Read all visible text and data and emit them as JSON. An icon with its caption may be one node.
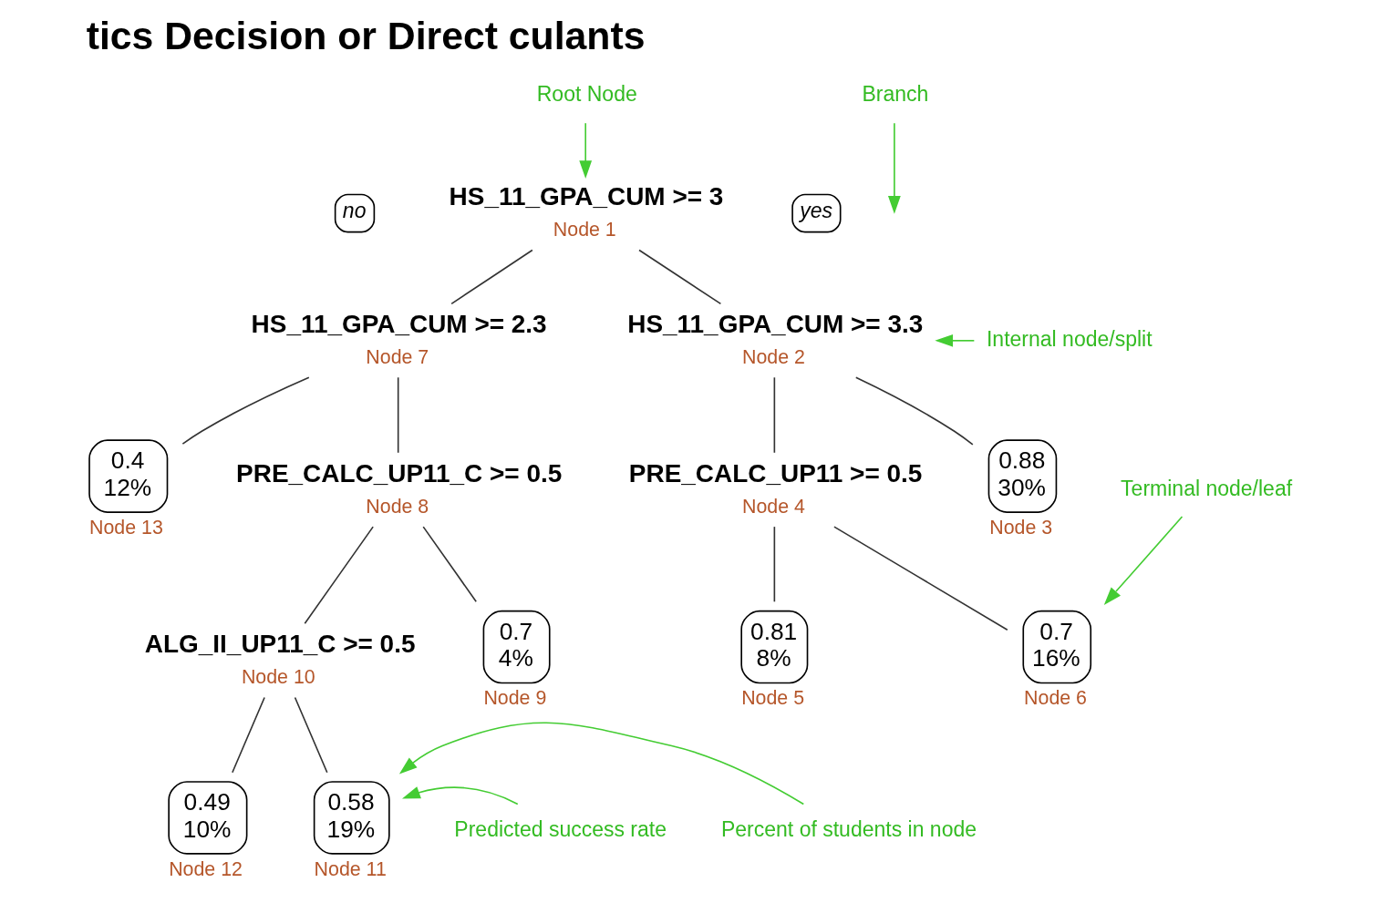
{
  "diagram": {
    "title": "tics Decision or Direct culants",
    "nodes": [
      {
        "text": [
          "Root Node"
        ]
      },
      {
        "text": [
          "no"
        ]
      },
      {
        "text": [
          "HS_11_GPA_CUM >= 3"
        ],
        "beside": [
          "Node 1"
        ]
      },
      {
        "text": [
          "yes"
        ]
      },
      {
        "text": [
          "Branch"
        ]
      },
      {
        "text": [
          "HS_11_GPA_CUM >= 2.3"
        ],
        "beside": [
          "Node 7"
        ]
      },
      {
        "text": [
          "Internal node/split"
        ]
      },
      {
        "text": [
          "HS_11_GPA_CUM >= 3.3"
        ],
        "beside": [
          "Node 2"
        ]
      },
      {
        "text": [
          "0.4",
          "12%"
        ],
        "beside": [
          "Node 13"
        ]
      },
      {
        "text": [
          "PRE_CALC_UP11_C >= 0.5"
        ],
        "beside": [
          "Node 8"
        ]
      },
      {
        "text": [
          "PRE_CALC_UP11 >= 0.5"
        ],
        "beside": [
          "Node 4"
        ]
      },
      {
        "text": [
          "0.88",
          "30%"
        ],
        "beside": [
          "Node 3"
        ]
      },
      {
        "text": [
          "Terminal node/leaf"
        ]
      },
      {
        "text": [
          "ALG_II_UP11_C >= 0.5"
        ],
        "beside": [
          "Node 10"
        ]
      },
      {
        "text": [
          "0.7",
          "4%"
        ],
        "beside": [
          "Node 9"
        ]
      },
      {
        "text": [
          "0.7",
          "16%"
        ],
        "beside": [
          "Node 6"
        ]
      },
      {
        "text": [
          "0.81",
          "8%"
        ],
        "beside": [
          "Node 5"
        ]
      },
      {
        "text": [
          "0.49",
          "10%"
        ],
        "beside": [
          "Node 12"
        ]
      },
      {
        "text": [
          "0.58",
          "19%"
        ],
        "beside": [
          "Node 11"
        ]
      },
      {
        "text": [
          "Predicted success rate"
        ]
      },
      {
        "text": [
          "Percent of students in node"
        ]
      }
    ],
    "edges": [
      {
        "from": 0,
        "to": 2,
        "arrow": "to",
        "color": "#44cc33"
      },
      {
        "from": 2,
        "to": 5,
        "arrow": "none"
      },
      {
        "from": 2,
        "to": 7,
        "arrow": "none"
      },
      {
        "from": 4,
        "to": null,
        "arrow": "to",
        "color": "#44cc33"
      },
      {
        "from": 6,
        "to": 7,
        "arrow": "to",
        "color": "#44cc33"
      },
      {
        "from": 5,
        "to": 8,
        "arrow": "none"
      },
      {
        "from": 5,
        "to": 9,
        "arrow": "none"
      },
      {
        "from": 7,
        "to": 10,
        "arrow": "none"
      },
      {
        "from": 7,
        "to": 11,
        "arrow": "none"
      },
      {
        "from": 9,
        "to": 13,
        "arrow": "none"
      },
      {
        "from": 9,
        "to": 14,
        "arrow": "none"
      },
      {
        "from": 10,
        "to": 15,
        "arrow": "none"
      },
      {
        "from": 10,
        "to": 16,
        "arrow": "none"
      },
      {
        "from": 12,
        "to": 15,
        "arrow": "to",
        "color": "#44cc33"
      },
      {
        "from": 13,
        "to": 17,
        "arrow": "none"
      },
      {
        "from": 13,
        "to": 18,
        "arrow": "none"
      },
      {
        "from": 19,
        "to": 18,
        "arrow": "to",
        "color": "#44cc33"
      },
      {
        "from": 20,
        "to": 18,
        "arrow": "to",
        "color": "#44cc33"
      }
    ]
  }
}
